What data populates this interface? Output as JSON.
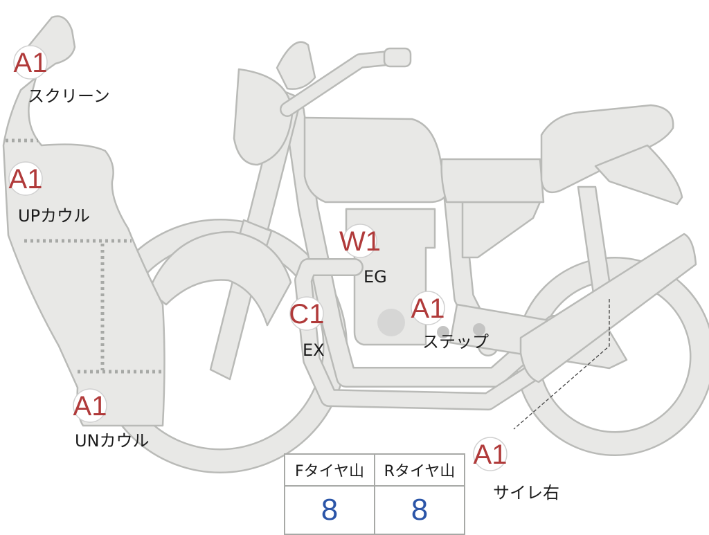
{
  "markers": [
    {
      "id": "screen",
      "code": "A1",
      "label": "スクリーン"
    },
    {
      "id": "up-cowl",
      "code": "A1",
      "label": "UPカウル"
    },
    {
      "id": "un-cowl",
      "code": "A1",
      "label": "UNカウル"
    },
    {
      "id": "engine",
      "code": "W1",
      "label": "EG"
    },
    {
      "id": "exhaust",
      "code": "C1",
      "label": "EX"
    },
    {
      "id": "step",
      "code": "A1",
      "label": "ステップ"
    },
    {
      "id": "muffler-r",
      "code": "A1",
      "label": "サイレ右"
    }
  ],
  "tread_table": {
    "front_header": "Fタイヤ山",
    "rear_header": "Rタイヤ山",
    "front_value": "8",
    "rear_value": "8"
  },
  "colors": {
    "part_fill": "#e8e8e6",
    "part_outline": "#b9bab7",
    "code_red": "#b03a3a",
    "value_blue": "#2b55a8"
  }
}
